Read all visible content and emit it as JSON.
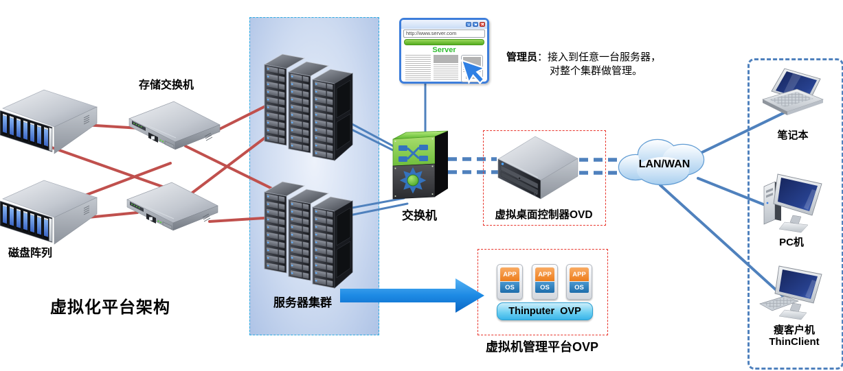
{
  "title": "虚拟化平台架构",
  "colors": {
    "line-red": "#C0504D",
    "line-blue": "#4F81BD",
    "dash-cyan": "#29ABE2",
    "dash-red": "#E8332A",
    "client-dash": "#4F81BD",
    "arrow-blue": "#1283DE",
    "server-green": "#2FBE2F"
  },
  "labels": {
    "disk_array": "磁盘阵列",
    "storage_switch": "存储交换机",
    "server_cluster": "服务器集群",
    "switch": "交换机",
    "ovd": "虚拟桌面控制器OVD",
    "ovp": "虚拟机管理平台OVP",
    "cloud": "LAN/WAN",
    "laptop": "笔记本",
    "pc": "PC机",
    "thin_client_cn": "瘦客户机",
    "thin_client_en": "ThinClient"
  },
  "admin_note": {
    "lead": "管理员",
    "line1": "：接入到任意一台服务器，",
    "line2": "对整个集群做管理。"
  },
  "browser": {
    "url": "http://www.server.com",
    "page_title": "Server",
    "controls": [
      "minimize",
      "maximize",
      "close"
    ]
  },
  "ovp_platform": {
    "cards": [
      {
        "app": "APP",
        "os": "OS"
      },
      {
        "app": "APP",
        "os": "OS"
      },
      {
        "app": "APP",
        "os": "OS"
      }
    ],
    "button_label": "Thinputer  OVP"
  }
}
